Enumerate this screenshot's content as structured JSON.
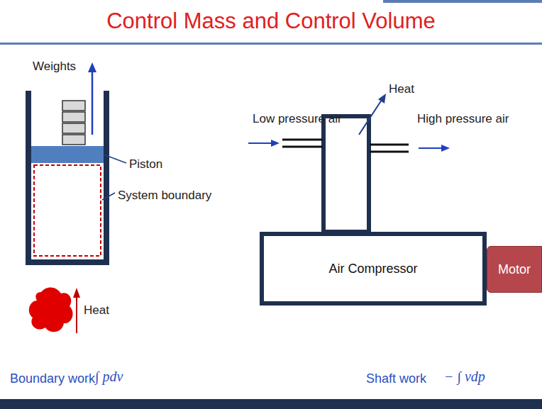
{
  "diagram": {
    "title": "Control Mass and Control Volume",
    "nodes": [
      {
        "text": [
          "Air Compressor"
        ]
      },
      {
        "text": [
          "Motor"
        ]
      }
    ],
    "edges": [
      {
        "from": 0,
        "to": 1,
        "arrow": "none"
      }
    ],
    "labels": [
      "Weights",
      "Piston",
      "System boundary",
      "Heat",
      "Boundary work",
      "∫ pdv",
      "Low pressure air",
      "Heat",
      "High pressure air",
      "Shaft work",
      "− ∫ vdp"
    ]
  }
}
